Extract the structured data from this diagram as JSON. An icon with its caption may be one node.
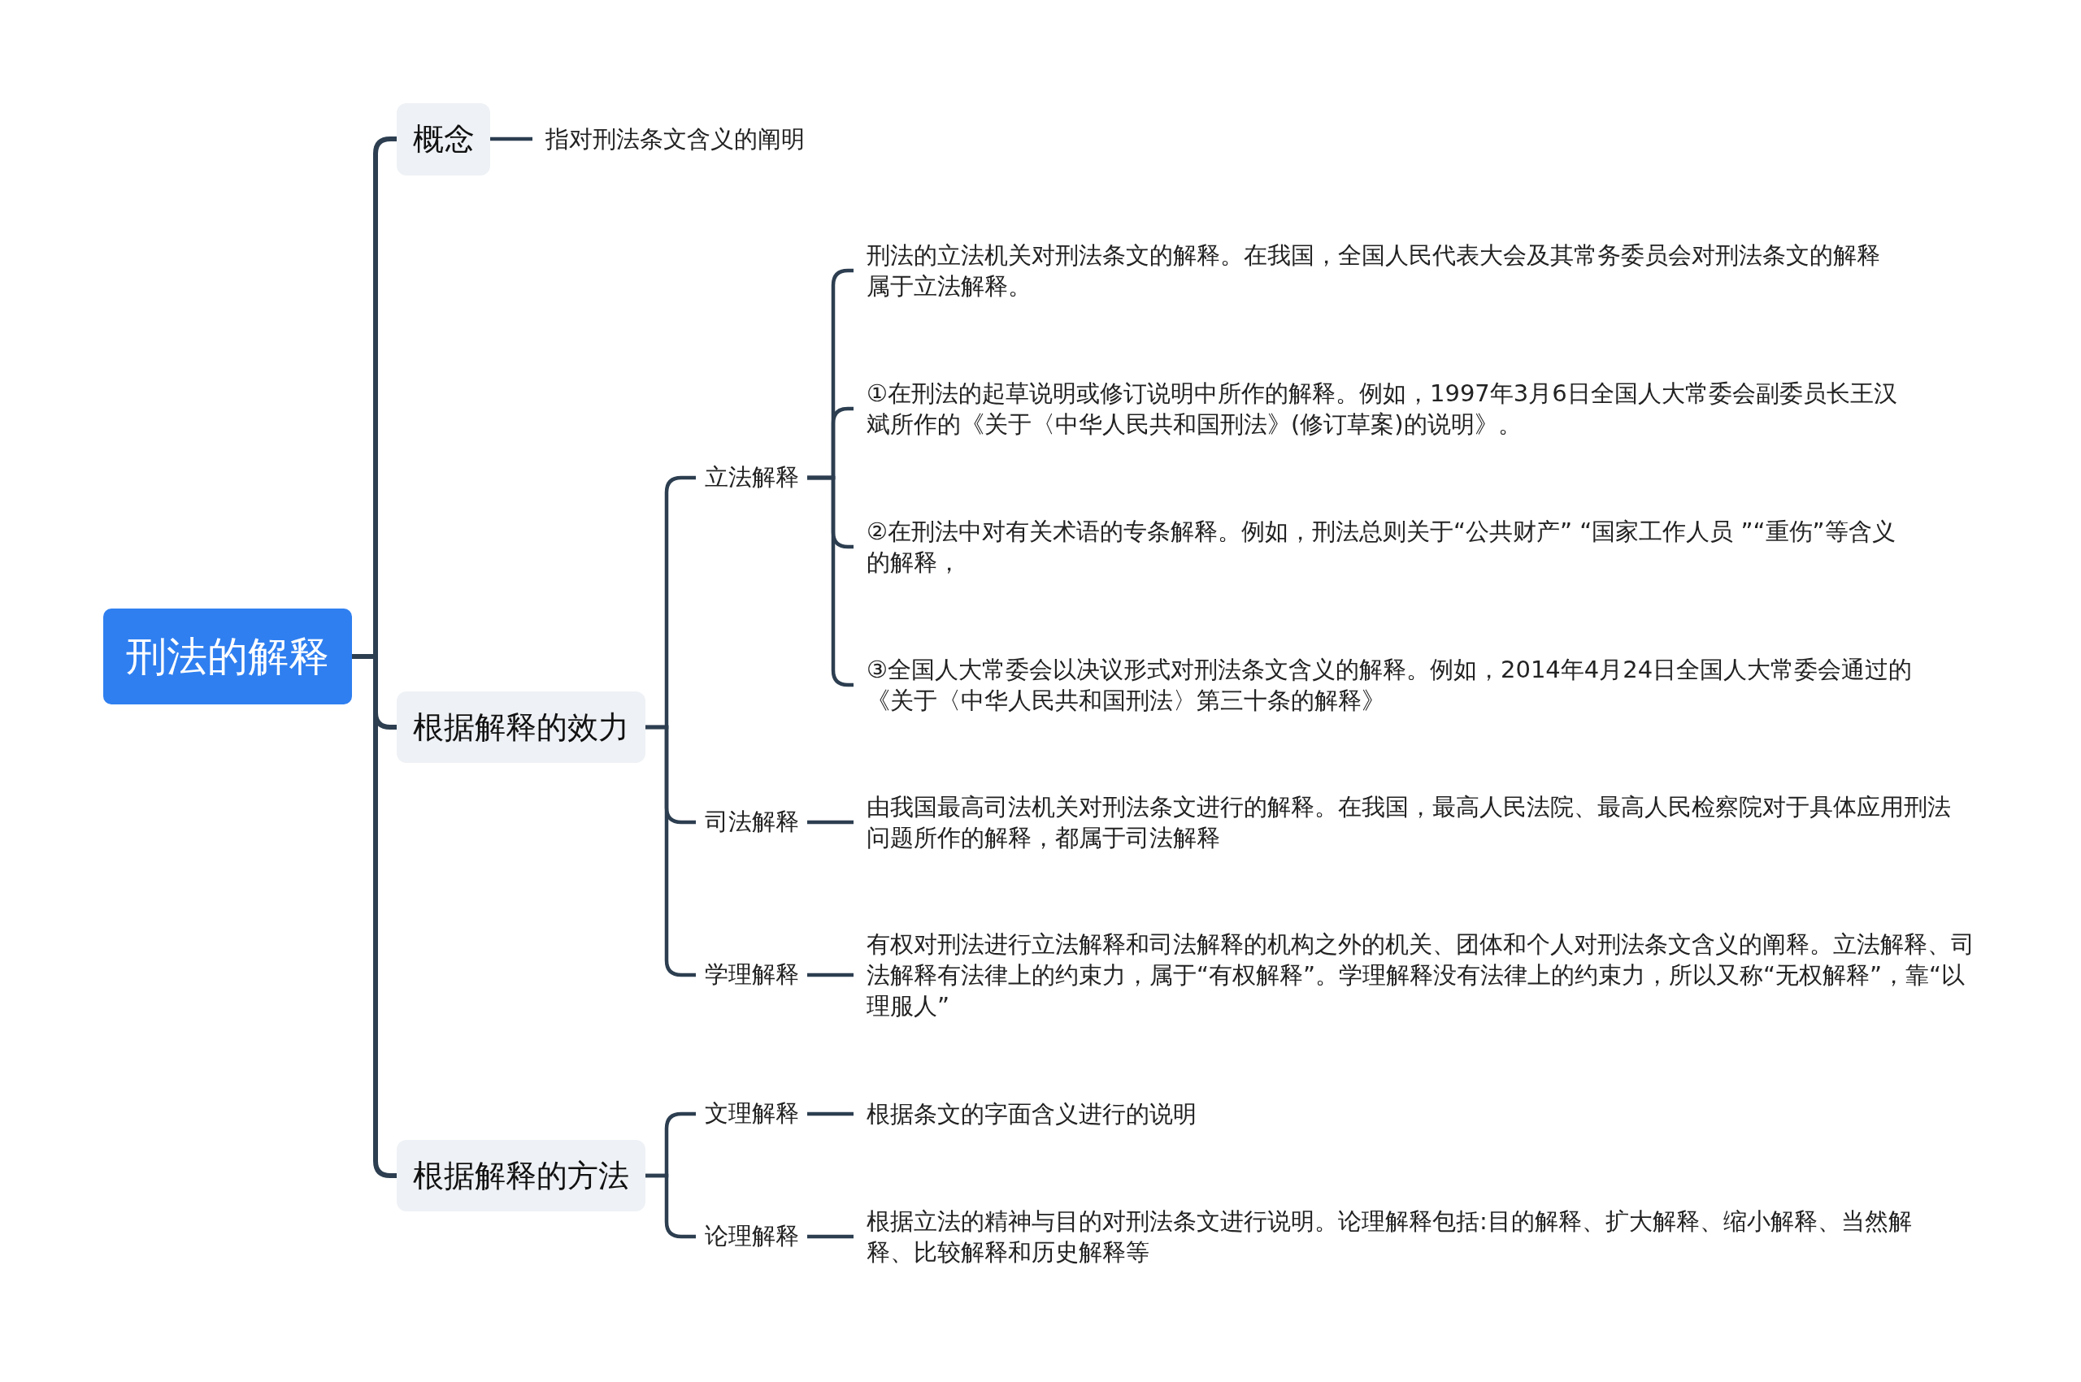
{
  "diagram": {
    "nodes": [
      {
        "text": [
          "刑法的解释"
        ]
      },
      {
        "text": [
          "概念"
        ]
      },
      {
        "text": [
          "指对刑法条文含义的阐明"
        ]
      },
      {
        "text": [
          "根据解释的效力"
        ]
      },
      {
        "text": [
          "立法解释"
        ]
      },
      {
        "text": [
          "刑法的立法机关对刑法条文的解释。在我国，全国人民代表大会及其常务委员会对刑法条文的解释属于立法解释。"
        ]
      },
      {
        "text": [
          "①在刑法的起草说明或修订说明中所作的解释。例如，1997年3月6日全国人大常委会副委员长王汉斌所作的《关于〈中华人民共和国刑法》(修订草案)的说明》。"
        ]
      },
      {
        "text": [
          "②在刑法中对有关术语的专条解释。例如，刑法总则关于“公共财产” “国家工作人员 ”“重伤”等含义的解释，"
        ]
      },
      {
        "text": [
          "③全国人大常委会以决议形式对刑法条文含义的解释。例如，2014年4月24日全国人大常委会通过的《关于〈中华人民共和国刑法〉第三十条的解释》"
        ]
      },
      {
        "text": [
          "司法解释"
        ]
      },
      {
        "text": [
          "由我国最高司法机关对刑法条文进行的解释。在我国，最高人民法院、最高人民检察院对于具体应用刑法问题所作的解释，都属于司法解释"
        ]
      },
      {
        "text": [
          "学理解释"
        ]
      },
      {
        "text": [
          "有权对刑法进行立法解释和司法解释的机构之外的机关、团体和个人对刑法条文含义的阐释。立法解释、司法解释有法律上的约束力，属于“有权解释”。学理解释没有法律上的约束力，所以又称“无权解释”，靠“以理服人”"
        ]
      },
      {
        "text": [
          "根据解释的方法"
        ]
      },
      {
        "text": [
          "文理解释"
        ]
      },
      {
        "text": [
          "根据条文的字面含义进行的说明"
        ]
      },
      {
        "text": [
          "论理解释"
        ]
      },
      {
        "text": [
          "根据立法的精神与目的对刑法条文进行说明。论理解释包括:目的解释、扩大解释、缩小解释、当然解释、比较解释和历史解释等"
        ]
      }
    ],
    "edges": [
      {
        "from": 0,
        "to": 1,
        "arrow": "none"
      },
      {
        "from": 0,
        "to": 3,
        "arrow": "none"
      },
      {
        "from": 0,
        "to": 13,
        "arrow": "none"
      },
      {
        "from": 1,
        "to": 2,
        "arrow": "none"
      },
      {
        "from": 3,
        "to": 4,
        "arrow": "none"
      },
      {
        "from": 3,
        "to": 9,
        "arrow": "none"
      },
      {
        "from": 3,
        "to": 11,
        "arrow": "none"
      },
      {
        "from": 4,
        "to": 5,
        "arrow": "none"
      },
      {
        "from": 4,
        "to": 6,
        "arrow": "none"
      },
      {
        "from": 4,
        "to": 7,
        "arrow": "none"
      },
      {
        "from": 4,
        "to": 8,
        "arrow": "none"
      },
      {
        "from": 9,
        "to": 10,
        "arrow": "none"
      },
      {
        "from": 11,
        "to": 12,
        "arrow": "none"
      },
      {
        "from": 13,
        "to": 14,
        "arrow": "none"
      },
      {
        "from": 13,
        "to": 16,
        "arrow": "none"
      },
      {
        "from": 14,
        "to": 15,
        "arrow": "none"
      },
      {
        "from": 16,
        "to": 17,
        "arrow": "none"
      }
    ]
  }
}
